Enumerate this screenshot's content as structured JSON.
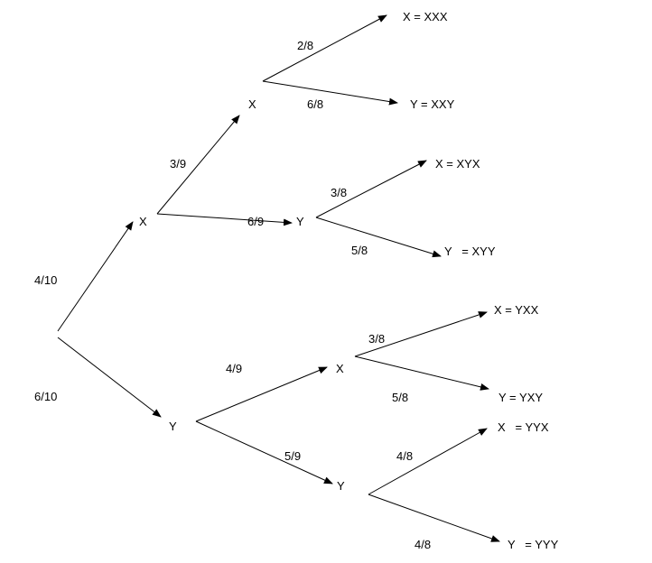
{
  "nodes": {
    "level1_x": "X",
    "level1_y": "Y",
    "level2_xx": "X",
    "level2_xy": "Y",
    "level2_yx": "X",
    "level2_yy": "Y"
  },
  "outcomes": {
    "xxx": "X = XXX",
    "xxy": "Y  = XXY",
    "xyx": "X  = XYX",
    "xyy": "Y   = XYY",
    "yxx": "X  = YXX",
    "yxy": "Y  = YXY",
    "yyx": "X   = YYX",
    "yyy": "Y   = YYY"
  },
  "probabilities": {
    "root_x": "4/10",
    "root_y": "6/10",
    "x_x": "3/9",
    "x_y": "6/9",
    "y_x": "4/9",
    "y_y": "5/9",
    "xx_x": "2/8",
    "xx_y": "6/8",
    "xy_x": "3/8",
    "xy_y": "5/8",
    "yx_x": "3/8",
    "yx_y": "5/8",
    "yy_x": "4/8",
    "yy_y": "4/8"
  }
}
